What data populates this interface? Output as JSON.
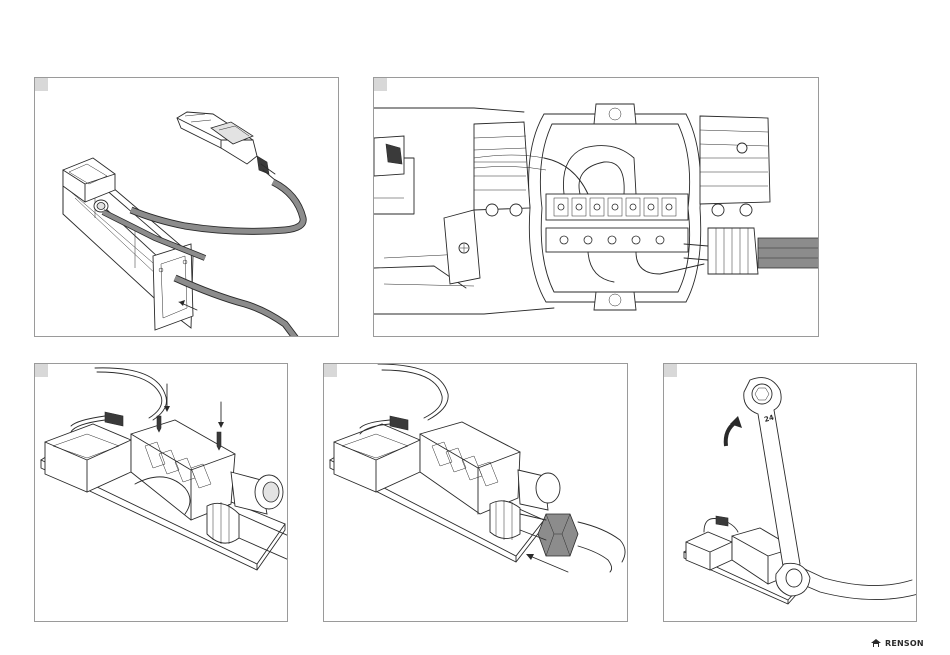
{
  "brand": {
    "name": "RENSON"
  },
  "steps": [
    {
      "id": "connect-cable-overview"
    },
    {
      "id": "terminal-block-detail"
    },
    {
      "id": "fix-screws"
    },
    {
      "id": "insert-cable-gland-nut"
    },
    {
      "id": "tighten-with-wrench"
    }
  ],
  "icons": {
    "insert_arrow": "arrow-icon",
    "screw_arrow": "arrow-down-icon",
    "rotate_arrow": "rotate-arrow-icon",
    "logo_mark": "renson-logo-icon"
  },
  "wrench_label": "24",
  "colors": {
    "line": "#2a2a2a",
    "fill_grey": "#8c8c8c",
    "tag": "#d8d8d8",
    "border": "#9a9a9a"
  }
}
